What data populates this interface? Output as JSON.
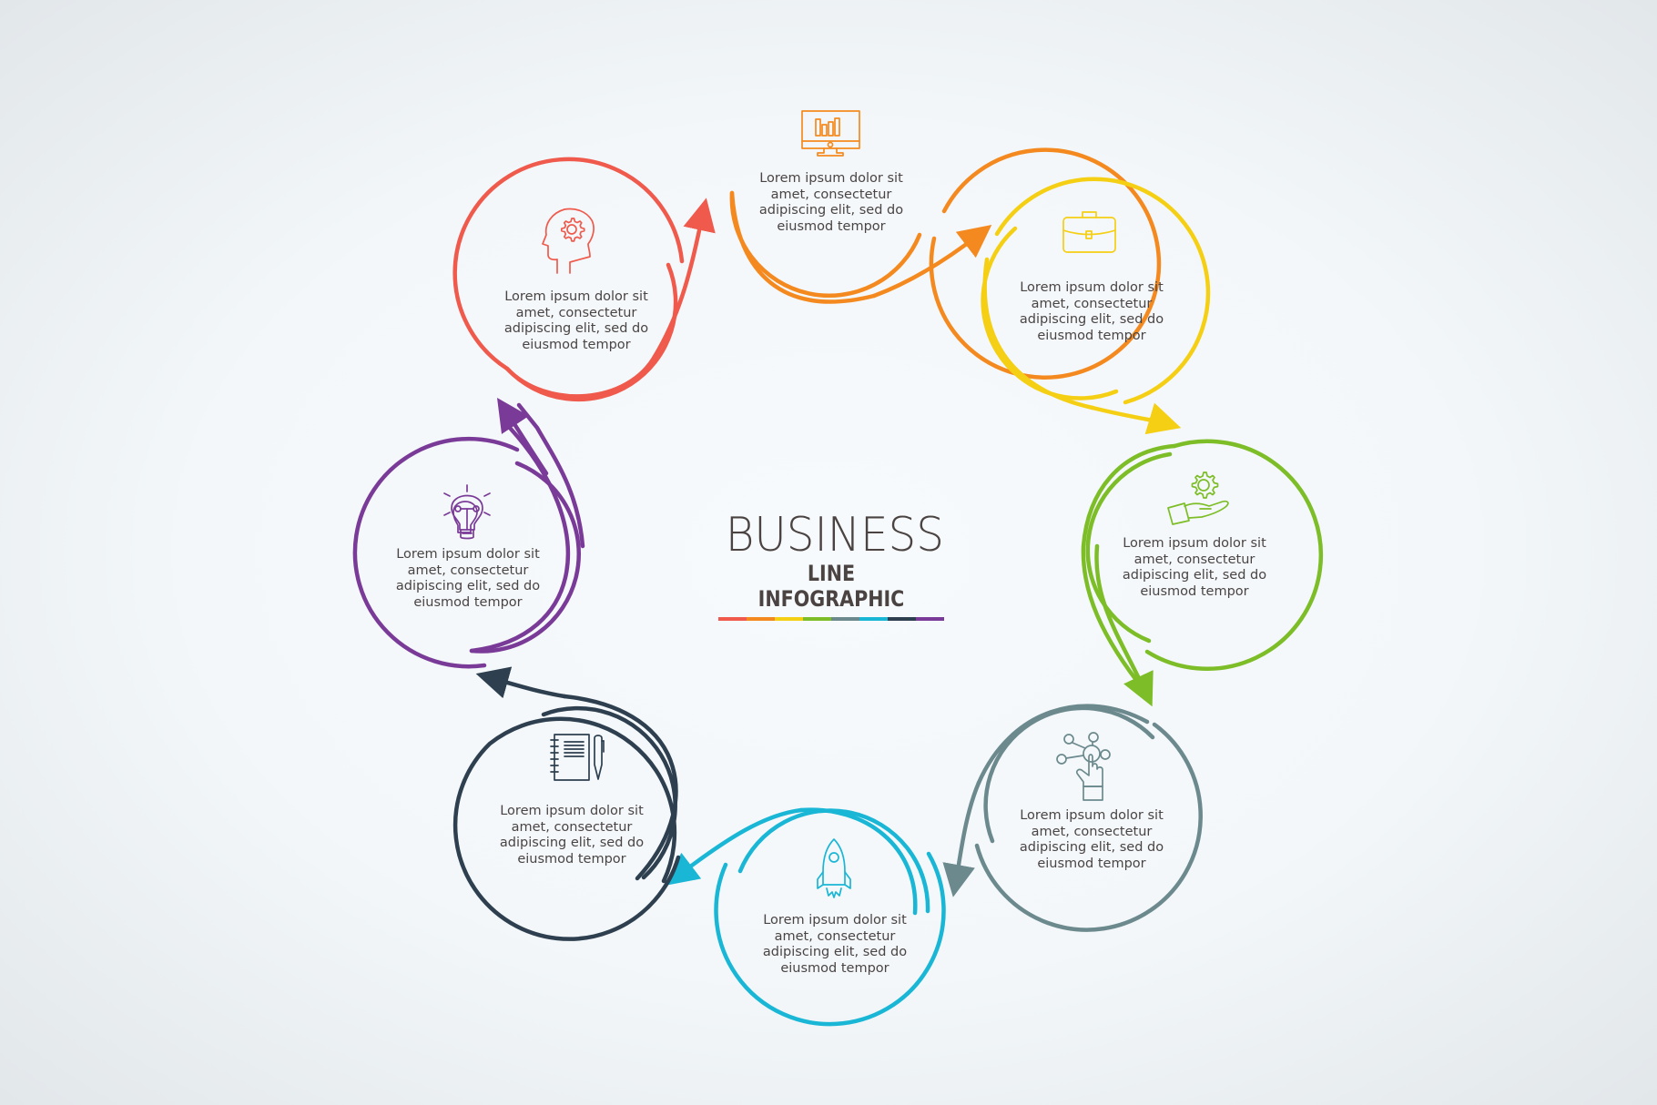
{
  "title": {
    "main": "BUSINESS",
    "sub": "LINE INFOGRAPHIC",
    "color_bar": [
      "#ef5a4d",
      "#f48a1f",
      "#f5cf14",
      "#7dbd27",
      "#6c8a8e",
      "#1ab6d6",
      "#2e3f4f",
      "#7a3b98"
    ]
  },
  "steps": [
    {
      "id": 1,
      "color": "#f48a1f",
      "icon": "monitor-chart-icon",
      "text": "Lorem ipsum dolor sit amet, consectetur adipiscing elit, sed do eiusmod tempor",
      "lines": [
        "Lorem ipsum dolor sit",
        "amet, consectetur",
        "adipiscing elit, sed do",
        "eiusmod tempor"
      ]
    },
    {
      "id": 2,
      "color": "#f5cf14",
      "icon": "briefcase-icon",
      "text": "Lorem ipsum dolor sit amet, consectetur adipiscing elit, sed do eiusmod tempor",
      "lines": [
        "Lorem ipsum dolor sit",
        "amet, consectetur",
        "adipiscing elit, sed do",
        "eiusmod tempor"
      ]
    },
    {
      "id": 3,
      "color": "#7dbd27",
      "icon": "hand-gear-icon",
      "text": "Lorem ipsum dolor sit amet, consectetur adipiscing elit, sed do eiusmod tempor",
      "lines": [
        "Lorem ipsum dolor sit",
        "amet, consectetur",
        "adipiscing elit, sed do",
        "eiusmod tempor"
      ]
    },
    {
      "id": 4,
      "color": "#6c8a8e",
      "icon": "touch-network-icon",
      "text": "Lorem ipsum dolor sit amet, consectetur adipiscing elit, sed do eiusmod tempor",
      "lines": [
        "Lorem ipsum dolor sit",
        "amet, consectetur",
        "adipiscing elit, sed do",
        "eiusmod tempor"
      ]
    },
    {
      "id": 5,
      "color": "#1ab6d6",
      "icon": "rocket-icon",
      "text": "Lorem ipsum dolor sit amet, consectetur adipiscing elit, sed do eiusmod tempor",
      "lines": [
        "Lorem ipsum dolor sit",
        "amet, consectetur",
        "adipiscing elit, sed do",
        "eiusmod tempor"
      ]
    },
    {
      "id": 6,
      "color": "#2e3f4f",
      "icon": "notebook-pen-icon",
      "text": "Lorem ipsum dolor sit amet, consectetur adipiscing elit, sed do eiusmod tempor",
      "lines": [
        "Lorem ipsum dolor sit",
        "amet, consectetur",
        "adipiscing elit, sed do",
        "eiusmod tempor"
      ]
    },
    {
      "id": 7,
      "color": "#7a3b98",
      "icon": "lightbulb-icon",
      "text": "Lorem ipsum dolor sit amet, consectetur adipiscing elit, sed do eiusmod tempor",
      "lines": [
        "Lorem ipsum dolor sit",
        "amet, consectetur",
        "adipiscing elit, sed do",
        "eiusmod tempor"
      ]
    },
    {
      "id": 8,
      "color": "#ef5a4d",
      "icon": "head-gear-icon",
      "text": "Lorem ipsum dolor sit amet, consectetur adipiscing elit, sed do eiusmod tempor",
      "lines": [
        "Lorem ipsum dolor sit",
        "amet, consectetur",
        "adipiscing elit, sed do",
        "eiusmod tempor"
      ]
    }
  ]
}
